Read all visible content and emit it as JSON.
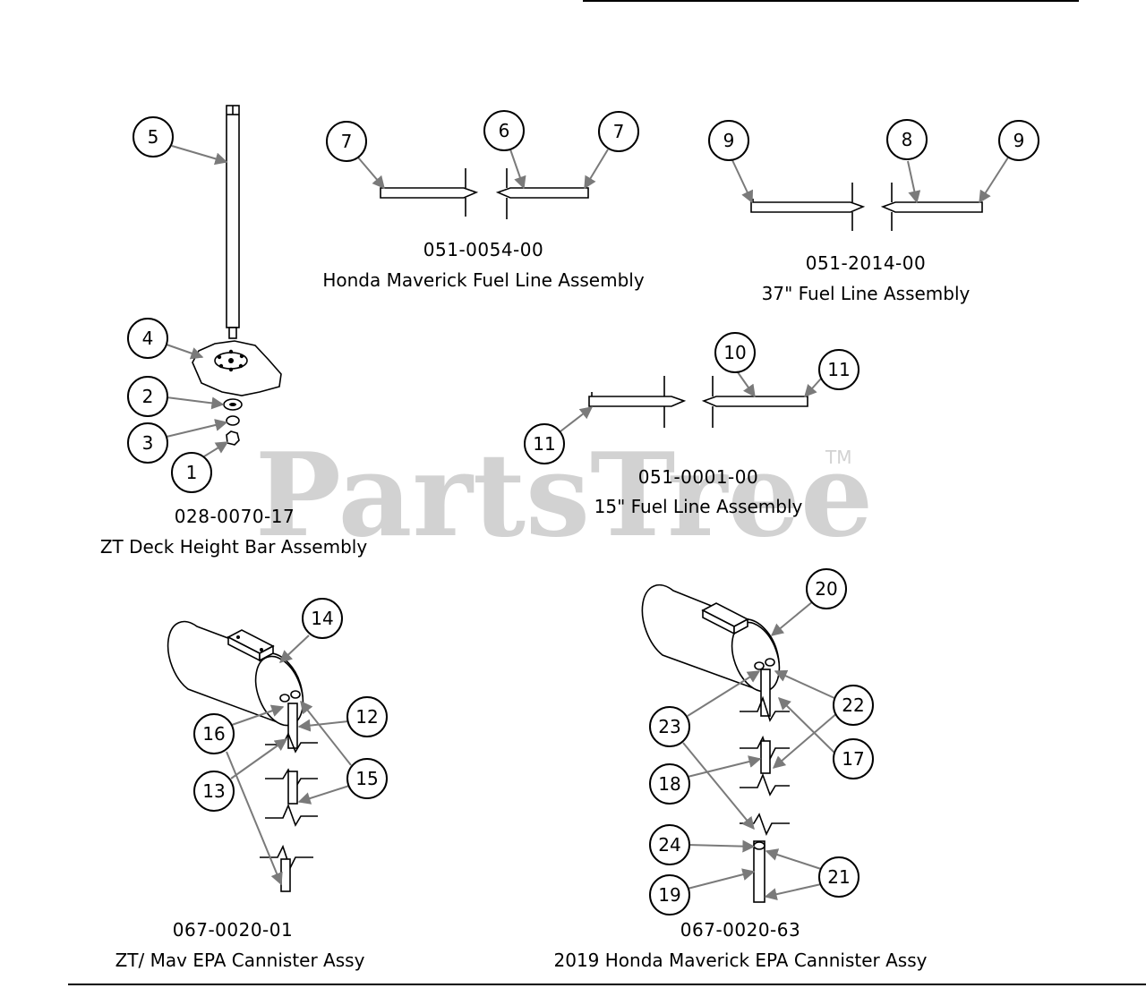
{
  "watermark": {
    "text": "PartsTree",
    "tm": "TM"
  },
  "assemblies": [
    {
      "part_number": "028-0070-17",
      "name": "ZT Deck Height Bar Assembly"
    },
    {
      "part_number": "051-0054-00",
      "name": "Honda Maverick Fuel Line Assembly"
    },
    {
      "part_number": "051-2014-00",
      "name": "37\" Fuel Line Assembly"
    },
    {
      "part_number": "051-0001-00",
      "name": "15\" Fuel Line Assembly"
    },
    {
      "part_number": "067-0020-01",
      "name": "ZT/ Mav EPA Cannister Assy"
    },
    {
      "part_number": "067-0020-63",
      "name": "2019 Honda Maverick EPA Cannister Assy"
    }
  ],
  "callouts": [
    "5",
    "4",
    "2",
    "3",
    "1",
    "7",
    "6",
    "7",
    "9",
    "8",
    "9",
    "10",
    "11",
    "11",
    "14",
    "12",
    "16",
    "15",
    "13",
    "20",
    "22",
    "23",
    "17",
    "18",
    "24",
    "21",
    "19"
  ]
}
